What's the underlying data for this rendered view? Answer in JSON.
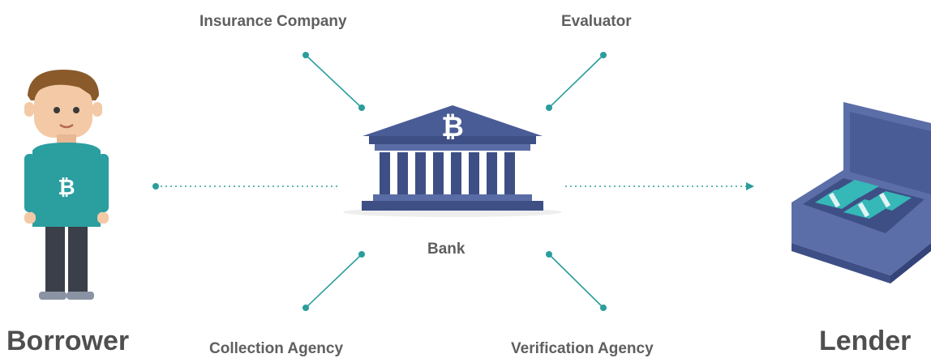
{
  "labels": {
    "insurance": "Insurance Company",
    "evaluator": "Evaluator",
    "bank": "Bank",
    "collection": "Collection Agency",
    "verification": "Verification Agency",
    "borrower": "Borrower",
    "lender": "Lender"
  },
  "colors": {
    "teal": "#2a9d9c",
    "bank_blue": "#4a5c95",
    "bank_pillar": "#3e4f86",
    "coin": "#ffffff",
    "shirt": "#2b9ea0",
    "pants": "#3a3f4a",
    "skin": "#f3c9a6",
    "hair": "#8a5a2b",
    "case": "#5c6ea8",
    "case_inner": "#3e4f86",
    "money": "#36b7b8"
  },
  "icons": {
    "bank": "bitcoin-bank-icon",
    "borrower": "bitcoin-borrower-icon",
    "lender": "money-briefcase-icon"
  }
}
